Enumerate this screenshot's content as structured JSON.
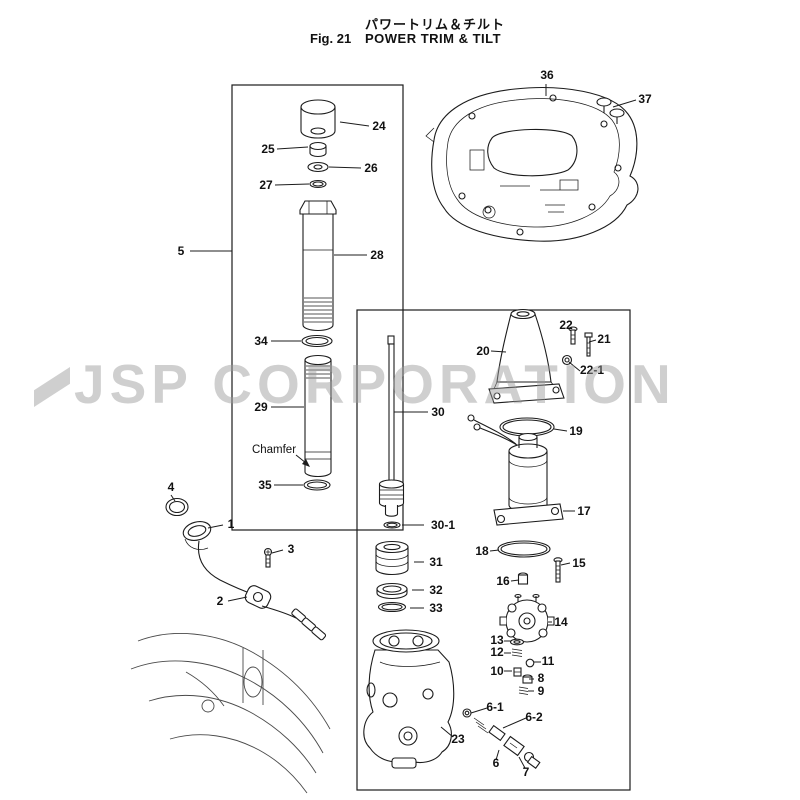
{
  "header": {
    "title_jp": "パワートリム＆チルト",
    "fig_label": "Fig. 21",
    "title_en": "POWER TRIM & TILT"
  },
  "watermark": {
    "text": "JSP CORPORATION"
  },
  "notes": {
    "chamfer": "Chamfer"
  },
  "callouts": {
    "c1": "1",
    "c2": "2",
    "c3": "3",
    "c4": "4",
    "c5": "5",
    "c6": "6",
    "c6_1": "6-1",
    "c6_2": "6-2",
    "c7": "7",
    "c8": "8",
    "c9": "9",
    "c10": "10",
    "c11": "11",
    "c12": "12",
    "c13": "13",
    "c14": "14",
    "c15": "15",
    "c16": "16",
    "c17": "17",
    "c18": "18",
    "c19": "19",
    "c20": "20",
    "c21": "21",
    "c22": "22",
    "c22_1": "22-1",
    "c23": "23",
    "c24": "24",
    "c25": "25",
    "c26": "26",
    "c27": "27",
    "c28": "28",
    "c29": "29",
    "c30": "30",
    "c30_1": "30-1",
    "c31": "31",
    "c32": "32",
    "c33": "33",
    "c34": "34",
    "c35": "35",
    "c36": "36",
    "c37": "37"
  }
}
